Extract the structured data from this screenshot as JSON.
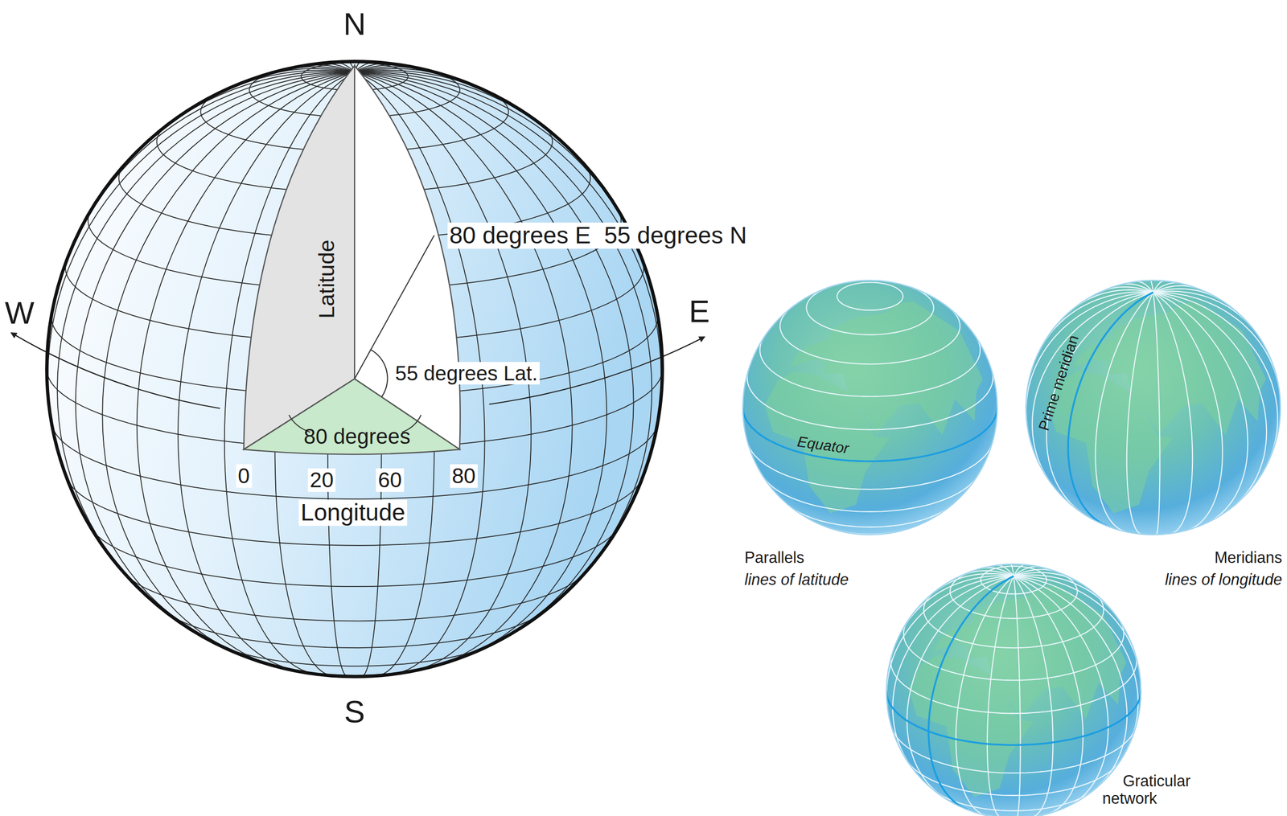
{
  "diagram": {
    "labels": [
      "N",
      "W",
      "E",
      "Latitude",
      "80 degrees E  55 degrees N",
      "55 degrees Lat.",
      "80 degrees",
      "0",
      "20",
      "60",
      "80",
      "Longitude",
      "S",
      "Equator",
      "Prime meridian",
      "Parallels",
      "lines of latitude",
      "Meridians",
      "lines of longitude",
      "Graticular network"
    ]
  }
}
